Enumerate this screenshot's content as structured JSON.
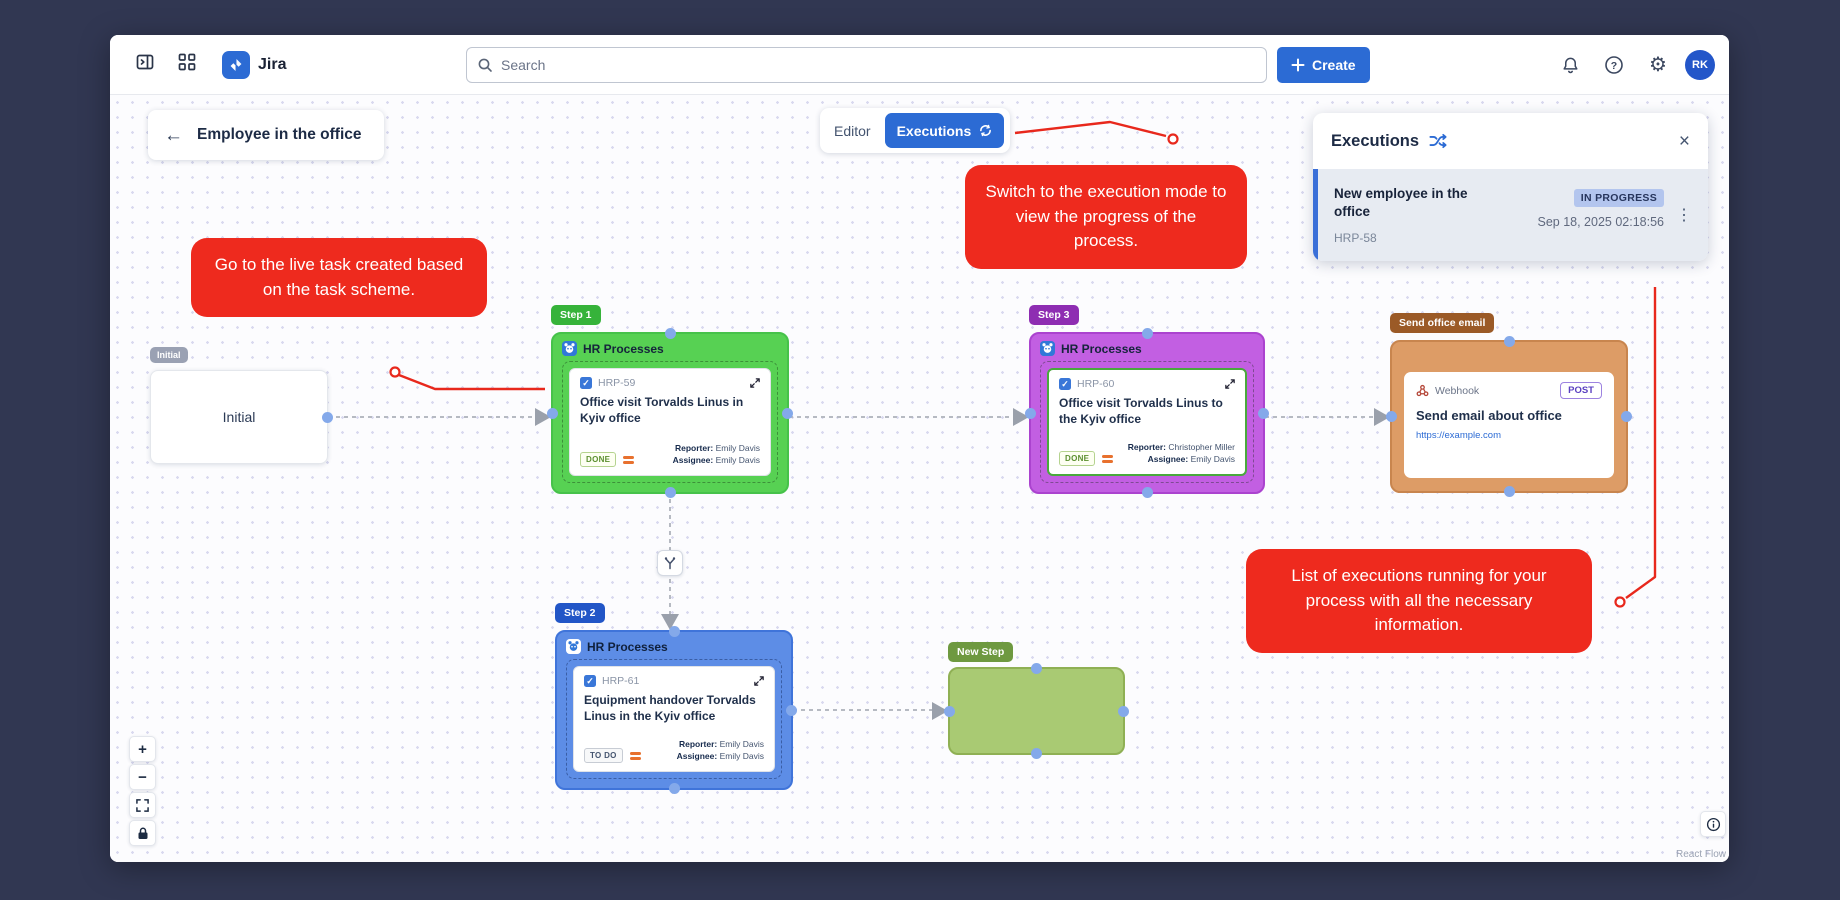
{
  "app": {
    "name": "Jira"
  },
  "topbar": {
    "search_placeholder": "Search",
    "create_label": "Create",
    "avatar_initials": "RK"
  },
  "page": {
    "title": "Employee in the office"
  },
  "mode_toggle": {
    "editor_label": "Editor",
    "executions_label": "Executions"
  },
  "executions_panel": {
    "title": "Executions",
    "item": {
      "title": "New employee in the office",
      "key": "HRP-58",
      "status": "IN PROGRESS",
      "timestamp": "Sep 18, 2025 02:18:56"
    }
  },
  "callouts": [
    {
      "text": "Switch to the execution mode to view the progress of the process."
    },
    {
      "text": "Go to the live task created based on the task scheme."
    },
    {
      "text": "List of executions running for your process with all the necessary information."
    }
  ],
  "nodes": {
    "initial": {
      "badge": "Initial",
      "title": "Initial"
    },
    "step1": {
      "badge": "Step 1",
      "app": "HR Processes",
      "key": "HRP-59",
      "title": "Office visit Torvalds Linus in Kyiv office",
      "status": "DONE",
      "reporter_label": "Reporter:",
      "reporter": "Emily Davis",
      "assignee_label": "Assignee:",
      "assignee": "Emily Davis"
    },
    "step2": {
      "badge": "Step 2",
      "app": "HR Processes",
      "key": "HRP-61",
      "title": "Equipment handover Torvalds Linus in the Kyiv office",
      "status": "TO DO",
      "reporter_label": "Reporter:",
      "reporter": "Emily Davis",
      "assignee_label": "Assignee:",
      "assignee": "Emily Davis"
    },
    "step3": {
      "badge": "Step 3",
      "app": "HR Processes",
      "key": "HRP-60",
      "title": "Office visit Torvalds Linus to the Kyiv office",
      "status": "DONE",
      "reporter_label": "Reporter:",
      "reporter": "Christopher Miller",
      "assignee_label": "Assignee:",
      "assignee": "Emily Davis"
    },
    "webhook": {
      "badge": "Send office email",
      "app": "Webhook",
      "method": "POST",
      "title": "Send email about office",
      "url": "https://example.com"
    },
    "new_step": {
      "badge": "New Step"
    }
  },
  "icons": {
    "back": "←",
    "gear": "⚙",
    "close": "×",
    "kebab": "⋮",
    "zoom_in": "+",
    "zoom_out": "−",
    "check": "✓"
  },
  "attribution": "React Flow",
  "colors": {
    "frame_navy": "#313752",
    "accent_blue": "#2c6bd4",
    "callout_red": "#ee2a1e",
    "step1_green": "#57d153",
    "step2_blue": "#5d8de6",
    "step3_purple": "#c25fe2",
    "webhook_orange": "#dd9c66",
    "new_step_green": "#a9ca73",
    "status_in_progress_bg": "#b3c5ee"
  }
}
